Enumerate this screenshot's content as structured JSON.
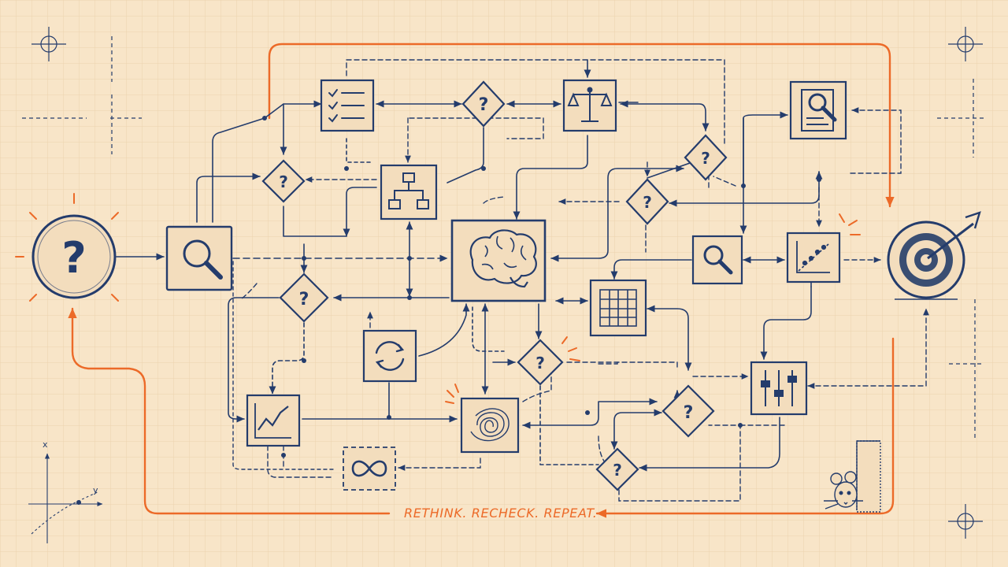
{
  "caption": "RETHINK. RECHECK. REPEAT.",
  "colors": {
    "background": "#f8e5c8",
    "grid": "#ecd2ae",
    "ink": "#243c6c",
    "accent": "#ec6a28",
    "box_fill": "#f3ddbd"
  },
  "icons": {
    "start": "question-mark-icon",
    "goal": "target-with-arrow-icon",
    "center": "brain-icon",
    "search": "magnifier-icon",
    "checklist": "checklist-icon",
    "balance": "balance-scale-icon",
    "hierarchy": "org-chart-icon",
    "document_search": "document-magnifier-icon",
    "cycle": "refresh-cycle-icon",
    "trend": "line-chart-icon",
    "tangle": "tangled-scribble-icon",
    "matrix": "grid-table-icon",
    "scatter": "scatter-plot-icon",
    "sliders": "sliders-icon",
    "loop": "infinity-icon",
    "decision": "question-diamond-icon",
    "mascot": "mouse-icon"
  },
  "decision_label": "?",
  "axis_labels": {
    "x": "x",
    "y": "y"
  }
}
